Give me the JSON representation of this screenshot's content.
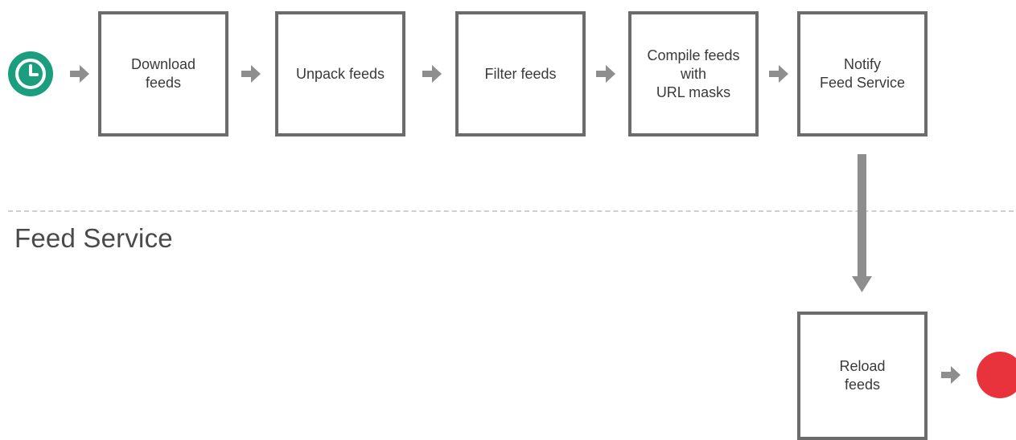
{
  "lanes": {
    "lower_title": "Feed Service"
  },
  "steps": [
    {
      "id": "download",
      "label": "Download\nfeeds"
    },
    {
      "id": "unpack",
      "label": "Unpack feeds"
    },
    {
      "id": "filter",
      "label": "Filter feeds"
    },
    {
      "id": "compile",
      "label": "Compile feeds\nwith\nURL masks"
    },
    {
      "id": "notify",
      "label": "Notify\nFeed Service"
    },
    {
      "id": "reload",
      "label": "Reload\nfeeds"
    }
  ],
  "events": {
    "start": {
      "icon": "clock-icon",
      "color": "#1a9e7e"
    },
    "end": {
      "color": "#e8323c"
    }
  },
  "colors": {
    "box_border": "#6b6b6b",
    "arrow": "#8e8e8e"
  }
}
